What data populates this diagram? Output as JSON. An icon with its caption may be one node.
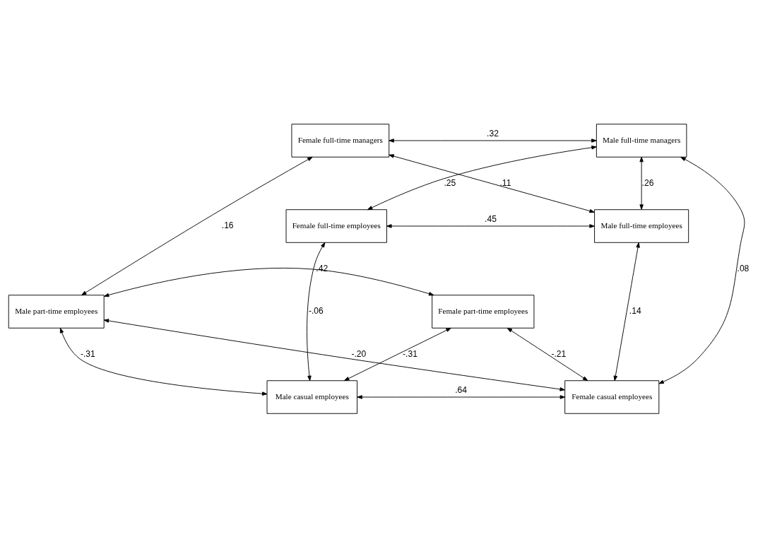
{
  "diagram": {
    "nodes": [
      {
        "text": [
          "Female full-time managers"
        ]
      },
      {
        "text": [
          "Male full-time managers"
        ]
      },
      {
        "text": [
          "Female full-time employees"
        ]
      },
      {
        "text": [
          "Male full-time employees"
        ]
      },
      {
        "text": [
          "Female part-time employees"
        ]
      },
      {
        "text": [
          "Male part-time employees"
        ]
      },
      {
        "text": [
          "Male casual employees"
        ]
      },
      {
        "text": [
          "Female casual employees"
        ]
      }
    ],
    "edges": [
      {
        "from": 0,
        "to": 1,
        "arrow": "both",
        "label": ".32"
      },
      {
        "from": 1,
        "to": 2,
        "arrow": "both",
        "label": ".25"
      },
      {
        "from": 0,
        "to": 3,
        "arrow": "both",
        "label": ".11"
      },
      {
        "from": 1,
        "to": 3,
        "arrow": "both",
        "label": ".26"
      },
      {
        "from": 0,
        "to": 5,
        "arrow": "both",
        "label": ".16"
      },
      {
        "from": 1,
        "to": 7,
        "arrow": "both",
        "label": ".08"
      },
      {
        "from": 2,
        "to": 3,
        "arrow": "both",
        "label": ".45"
      },
      {
        "from": 2,
        "to": 6,
        "arrow": "both",
        "label": "-.06"
      },
      {
        "from": 4,
        "to": 5,
        "arrow": "both",
        "label": ".42"
      },
      {
        "from": 5,
        "to": 6,
        "arrow": "both",
        "label": "-.31"
      },
      {
        "from": 3,
        "to": 7,
        "arrow": "both",
        "label": ".14"
      },
      {
        "from": 4,
        "to": 6,
        "arrow": "both",
        "label": "-.31"
      },
      {
        "from": 5,
        "to": 7,
        "arrow": "both",
        "label": "-.20"
      },
      {
        "from": 4,
        "to": 7,
        "arrow": "both",
        "label": "-.21"
      },
      {
        "from": 6,
        "to": 7,
        "arrow": "both",
        "label": ".64"
      }
    ]
  }
}
